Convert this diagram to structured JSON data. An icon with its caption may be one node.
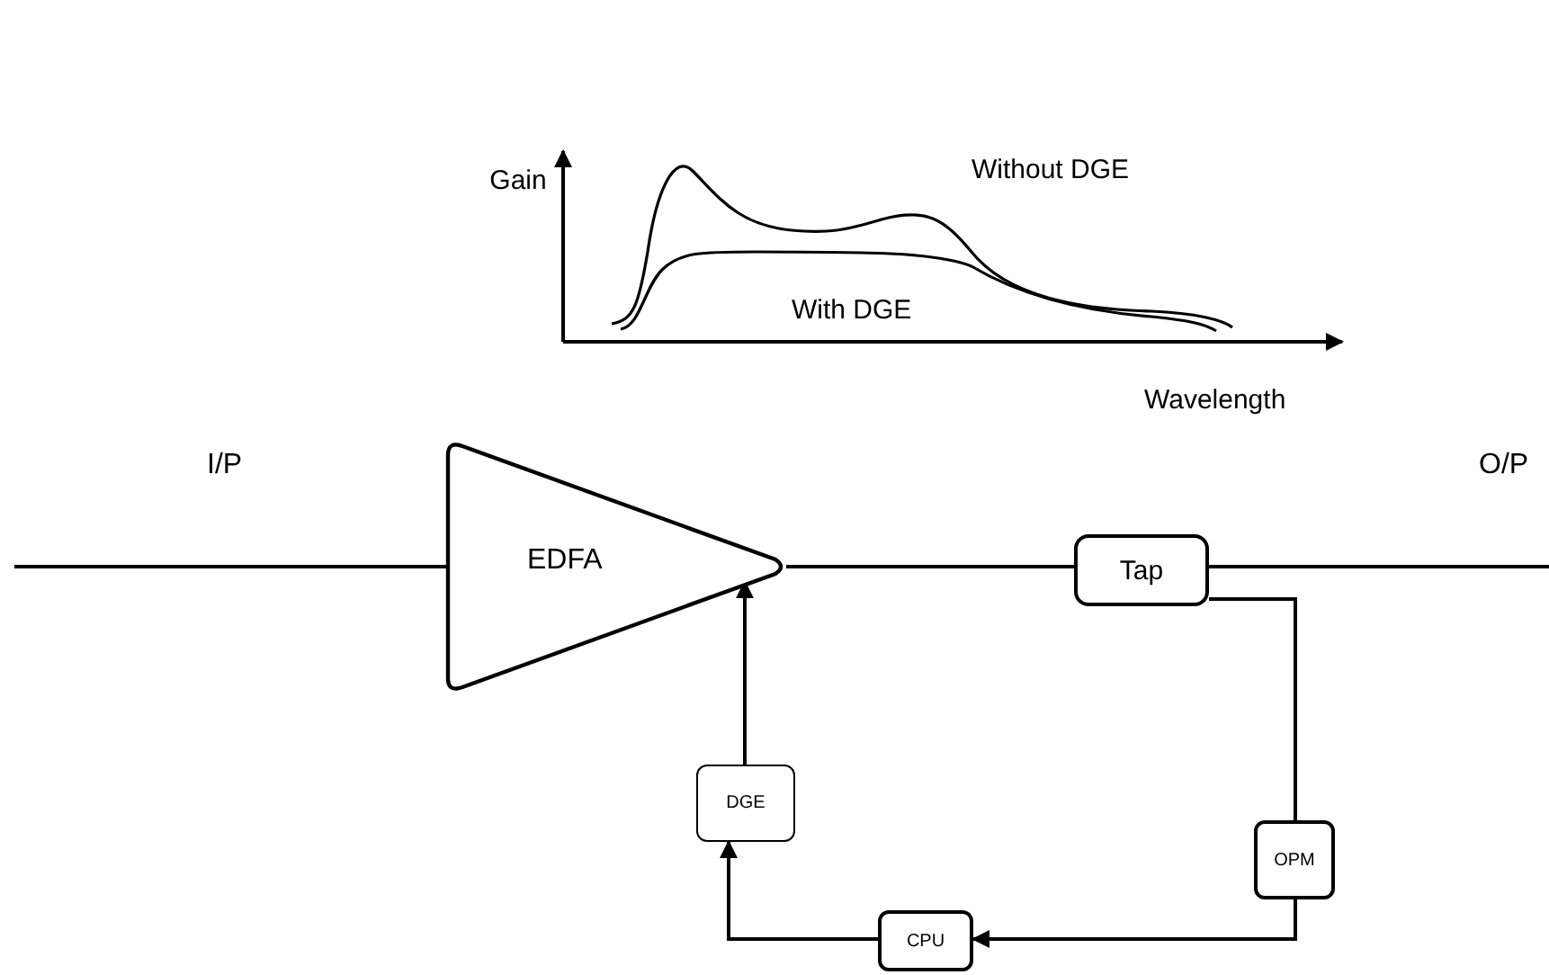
{
  "diagram": {
    "nodes": [
      {
        "text": [
          "EDFA"
        ]
      },
      {
        "text": [
          "Tap"
        ]
      },
      {
        "text": [
          "OPM"
        ]
      },
      {
        "text": [
          "CPU"
        ]
      },
      {
        "text": [
          "DGE"
        ]
      }
    ],
    "edges": [
      {
        "from": null,
        "to": 0,
        "arrow": "none",
        "label": "I/P"
      },
      {
        "from": 0,
        "to": 1,
        "arrow": "none"
      },
      {
        "from": 1,
        "to": null,
        "arrow": "none",
        "label": "O/P"
      },
      {
        "from": 1,
        "to": 2,
        "arrow": "none"
      },
      {
        "from": 2,
        "to": 3,
        "arrow": "to"
      },
      {
        "from": 3,
        "to": 4,
        "arrow": "to"
      },
      {
        "from": 4,
        "to": 0,
        "arrow": "to"
      }
    ],
    "labels": [
      "Gain",
      "Without DGE",
      "With DGE",
      "Wavelength"
    ]
  }
}
